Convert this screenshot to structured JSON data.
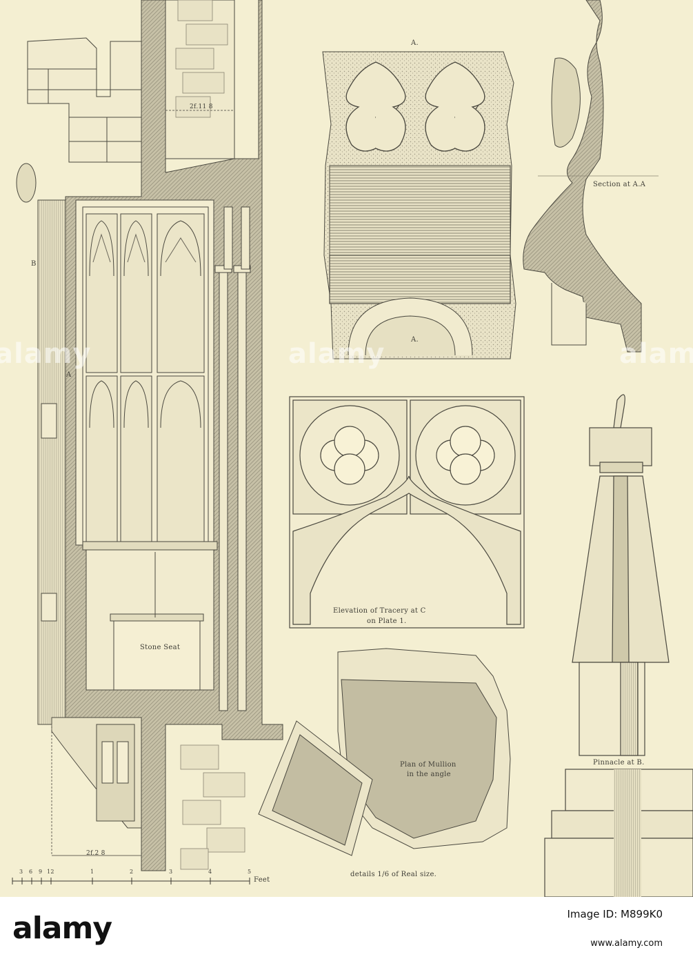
{
  "labels": {
    "a_top": "A.",
    "a_bottom": "A.",
    "b_left": "B",
    "a_left": "A",
    "section": "Section at A.A",
    "dim_top": "2f.11 8",
    "elevation_line1": "Elevation of Tracery at C",
    "elevation_line2": "on Plate 1.",
    "stone_seat": "Stone Seat",
    "plan_line1": "Plan of Mullion",
    "plan_line2": "in the angle",
    "pinnacle": "Pinnacle at B.",
    "details": "details 1/6 of Real size.",
    "dim_bottom": "2f.2 8",
    "scale_unit": "Feet",
    "scale_ticks": [
      "3",
      "6",
      "9",
      "12",
      "1",
      "2",
      "3",
      "4",
      "5"
    ]
  },
  "watermark": "alamy",
  "footer": {
    "logo": "alamy",
    "image_id_label": "Image ID: M899K0",
    "url": "www.alamy.com"
  },
  "colors": {
    "paper": "#f4efd2",
    "ink": "#3b3a33",
    "hatch": "#b3ad97"
  }
}
